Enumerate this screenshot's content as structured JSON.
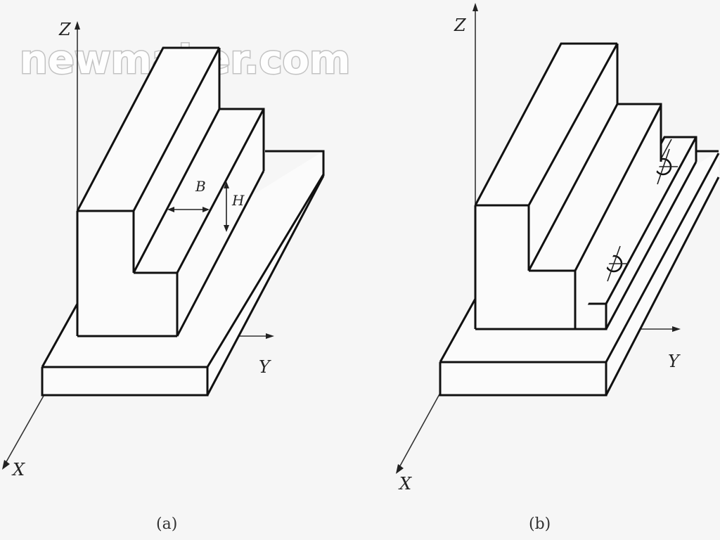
{
  "watermark": "newmaker.com",
  "panel_a": {
    "axes": {
      "z": "Z",
      "x": "X",
      "y": "Y"
    },
    "dimensions": {
      "width_symbol": "B",
      "height_symbol": "H"
    },
    "caption": "(a)"
  },
  "panel_b": {
    "axes": {
      "z": "Z",
      "x": "X",
      "y": "Y"
    },
    "caption": "(b)"
  }
}
